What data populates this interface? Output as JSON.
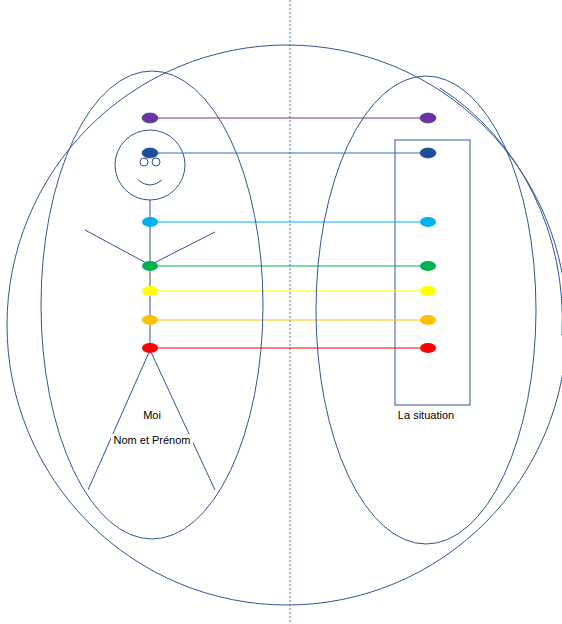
{
  "diagram": {
    "nodes": [
      {
        "text": [
          "Moi",
          "Nom et Prénom"
        ]
      },
      {
        "text": [
          "La situation"
        ]
      }
    ]
  }
}
